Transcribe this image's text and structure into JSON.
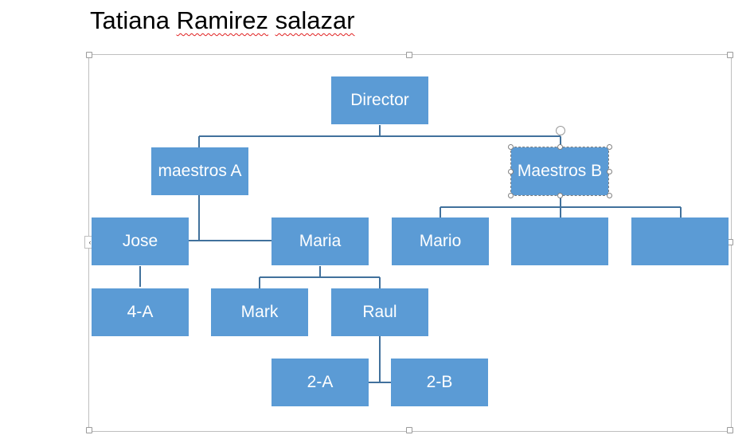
{
  "document": {
    "title_part1": "Tatiana ",
    "title_part2": "Ramirez",
    "title_part3": " ",
    "title_part4": "salazar"
  },
  "org_chart": {
    "nodes": {
      "director": "Director",
      "maestros_a": "maestros A",
      "maestros_b": "Maestros B",
      "jose": "Jose",
      "maria": "Maria",
      "mario": "Mario",
      "empty_1": "",
      "empty_2": "",
      "four_a": "4-A",
      "mark": "Mark",
      "raul": "Raul",
      "two_a": "2-A",
      "two_b": "2-B"
    },
    "selected_node": "Maestros B",
    "colors": {
      "node_fill": "#5b9bd5",
      "connector": "#41719c",
      "node_text": "#ffffff"
    }
  },
  "icons": {
    "text_pane_toggle": "chevron-left-icon",
    "rotate_handle": "rotate-icon"
  }
}
